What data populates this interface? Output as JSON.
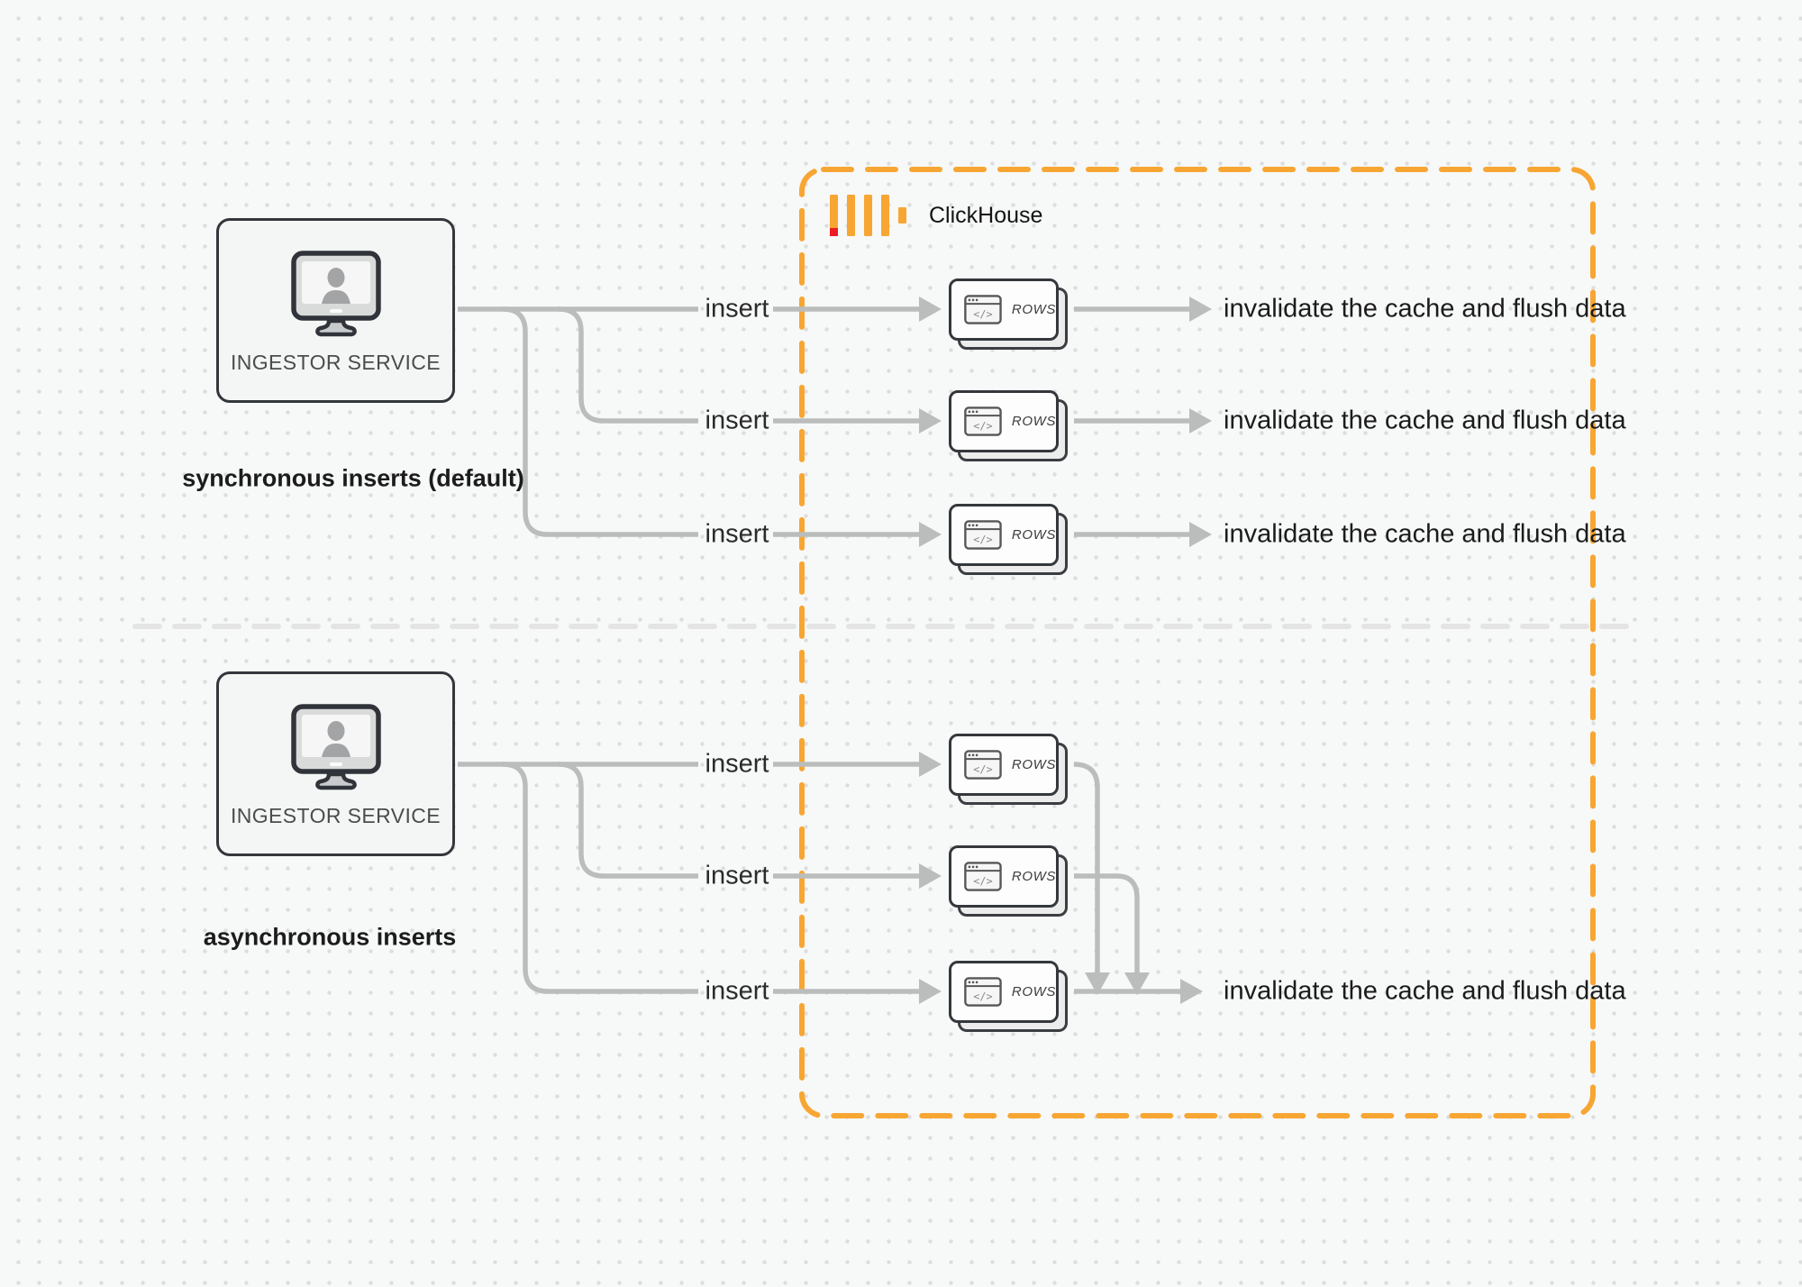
{
  "palette": {
    "accent_orange": "#F7A633",
    "logo_red": "#EC1C24",
    "line_gray": "#BBBDBD",
    "divider_gray": "#E4E4E4"
  },
  "clickhouse": {
    "label": "ClickHouse"
  },
  "icons": {
    "code_glyph": "</>"
  },
  "sync_section": {
    "service_label": "INGESTOR SERVICE",
    "caption": "synchronous inserts (default)",
    "rows": [
      {
        "insert_label": "insert",
        "card_label": "ROWS",
        "result_label": "invalidate the cache and flush data"
      },
      {
        "insert_label": "insert",
        "card_label": "ROWS",
        "result_label": "invalidate the cache and flush data"
      },
      {
        "insert_label": "insert",
        "card_label": "ROWS",
        "result_label": "invalidate the cache and flush data"
      }
    ]
  },
  "async_section": {
    "service_label": "INGESTOR SERVICE",
    "caption": "asynchronous inserts",
    "rows": [
      {
        "insert_label": "insert",
        "card_label": "ROWS"
      },
      {
        "insert_label": "insert",
        "card_label": "ROWS"
      },
      {
        "insert_label": "insert",
        "card_label": "ROWS"
      }
    ],
    "result_label": "invalidate the cache and flush data"
  }
}
